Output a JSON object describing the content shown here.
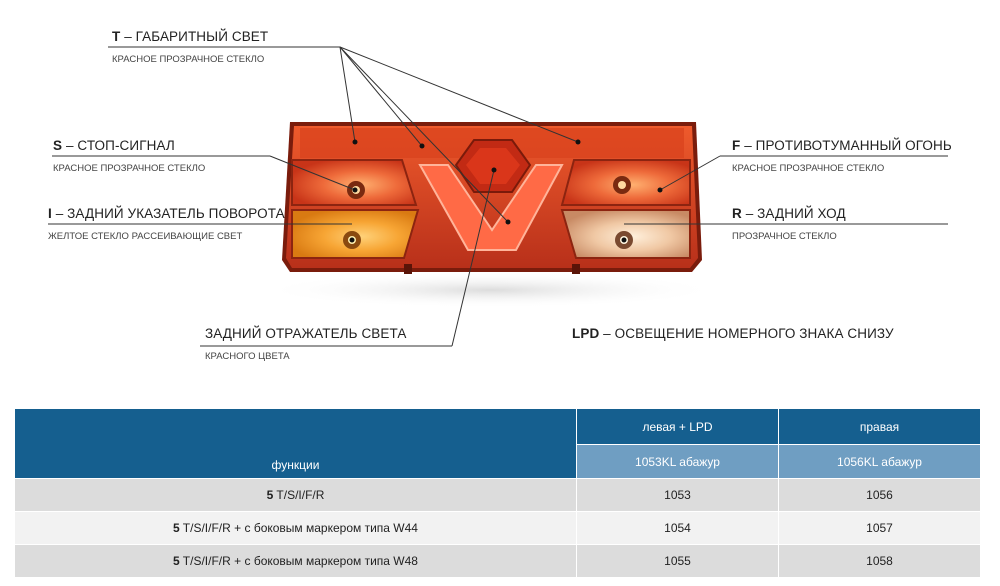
{
  "labels": {
    "t": {
      "code": "T",
      "name": " – ГАБАРИТНЫЙ СВЕТ",
      "sub": "КРАСНОЕ ПРОЗРАЧНОЕ СТЕКЛО"
    },
    "s": {
      "code": "S",
      "name": " – СТОП-СИГНАЛ",
      "sub": "КРАСНОЕ ПРОЗРАЧНОЕ СТЕКЛО"
    },
    "i": {
      "code": "I",
      "name": " – ЗАДНИЙ УКАЗАТЕЛЬ ПОВОРОТА",
      "sub": "ЖЕЛТОЕ СТЕКЛО РАССЕИВАЮЩИЕ СВЕТ"
    },
    "f": {
      "code": "F",
      "name": " – ПРОТИВОТУМАННЫЙ ОГОНЬ",
      "sub": "КРАСНОЕ ПРОЗРАЧНОЕ СТЕКЛО"
    },
    "r": {
      "code": "R",
      "name": " – ЗАДНИЙ ХОД",
      "sub": "ПРОЗРАЧНОЕ СТЕКЛО"
    },
    "reflector": {
      "name": "ЗАДНИЙ ОТРАЖАТЕЛЬ СВЕТА",
      "sub": "КРАСНОГО ЦВЕТА"
    },
    "lpd": {
      "code": "LPD",
      "name": " – ОСВЕЩЕНИЕ НОМЕРНОГО ЗНАКА СНИЗУ"
    }
  },
  "table": {
    "col_left_header": "левая + LPD",
    "col_right_header": "правая",
    "col_left_sub": "1053KL абажур",
    "col_right_sub": "1056KL абажур",
    "functions_header": "функции",
    "rows": [
      {
        "num": "5",
        "text": " T/S/I/F/R",
        "left": "1053",
        "right": "1056"
      },
      {
        "num": "5",
        "text": " T/S/I/F/R + с боковым маркером типа W44",
        "left": "1054",
        "right": "1057"
      },
      {
        "num": "5",
        "text": " T/S/I/F/R + с боковым маркером типа W48",
        "left": "1055",
        "right": "1058"
      }
    ]
  },
  "colors": {
    "header_dark": "#155f8f",
    "header_light": "#6f9ec2",
    "row_gray": "#dcdcdc",
    "row_light": "#f2f2f2",
    "lamp_red": "#e2451f",
    "lamp_amber": "#f29a2a"
  }
}
